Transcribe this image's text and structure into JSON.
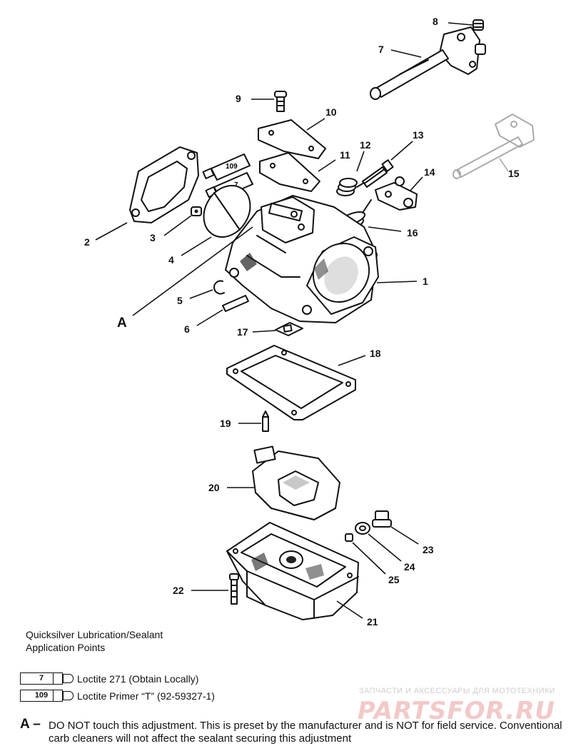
{
  "callouts": {
    "c1": "1",
    "c2": "2",
    "c3": "3",
    "c4": "4",
    "c5": "5",
    "c6": "6",
    "c7": "7",
    "c8": "8",
    "c9": "9",
    "c10": "10",
    "c11": "11",
    "c12": "12",
    "c13": "13",
    "c14": "14",
    "c15": "15",
    "c16": "16",
    "c17": "17",
    "c18": "18",
    "c19": "19",
    "c20": "20",
    "c21": "21",
    "c22": "22",
    "c23": "23",
    "c24": "24",
    "c25": "25",
    "cA": "A"
  },
  "tube_labels": {
    "diagram_7": "7",
    "diagram_109": "109"
  },
  "legend": {
    "title_line1": "Quicksilver Lubrication/Sealant",
    "title_line2": "Application Points",
    "items": [
      {
        "code": "7",
        "label": "Loctite 271 (Obtain Locally)"
      },
      {
        "code": "109",
        "label": "Loctite  Primer “T” (92-59327-1)"
      }
    ]
  },
  "note": {
    "letter": "A –",
    "text": "DO NOT touch this adjustment. This is preset by the manufacturer and is NOT for field service. Conventional carb cleaners will not affect the sealant securing this adjustment"
  },
  "watermark": {
    "tagline": "ЗАПЧАСТИ И АКСЕССУАРЫ ДЛЯ МОТОТЕХНИКИ",
    "logo": "PARTSFOR.RU"
  }
}
